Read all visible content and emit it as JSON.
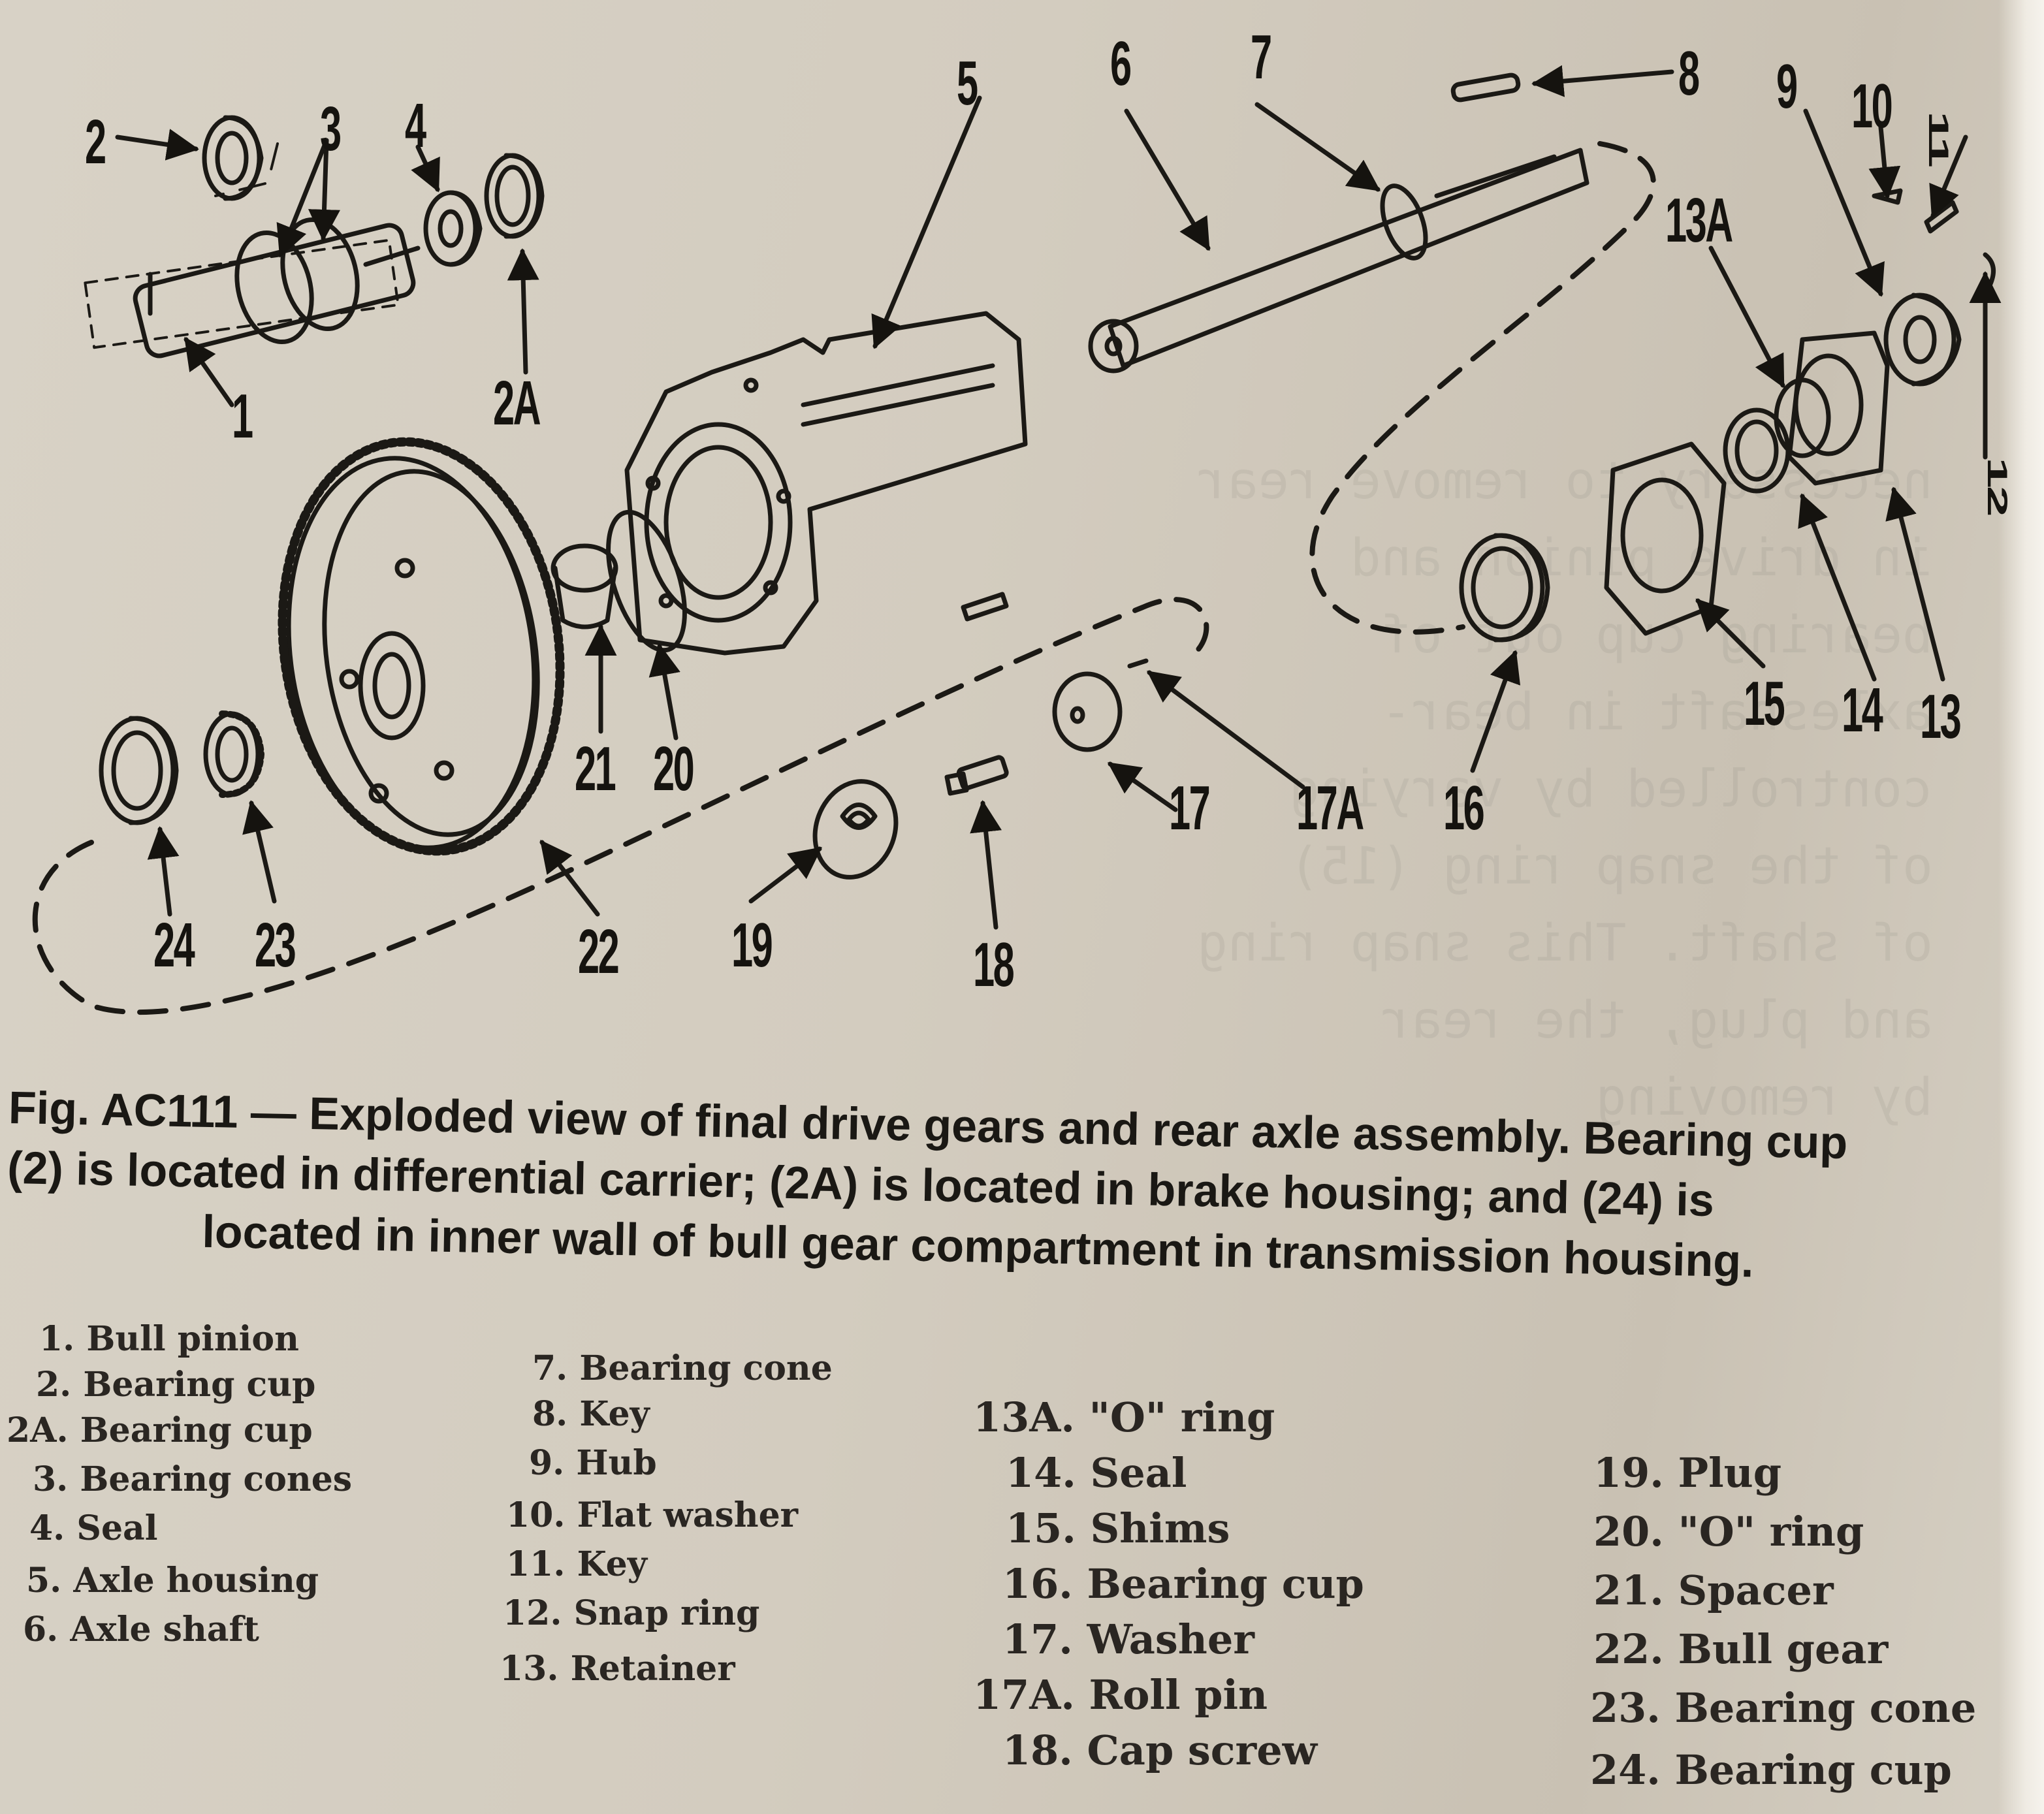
{
  "figure": {
    "callouts": [
      "1",
      "2",
      "2A",
      "3",
      "4",
      "5",
      "6",
      "7",
      "8",
      "9",
      "10",
      "11",
      "12",
      "13A",
      "13",
      "14",
      "15",
      "16",
      "17",
      "17A",
      "18",
      "19",
      "20",
      "21",
      "22",
      "23",
      "24"
    ],
    "caption": {
      "line1": "Fig. AC111 — Exploded view of final drive gears and rear axle assembly. Bearing cup",
      "line2": "(2) is located in differential carrier; (2A) is located in brake housing; and (24) is",
      "line3": "located in inner wall of bull gear compartment in transmission housing."
    }
  },
  "legend": {
    "col1": [
      "1. Bull pinion",
      "2. Bearing cup",
      "2A. Bearing cup",
      "3. Bearing cones",
      "4. Seal",
      "5. Axle housing",
      "6. Axle shaft"
    ],
    "col2": [
      "7. Bearing cone",
      "8. Key",
      "9. Hub",
      "10. Flat washer",
      "11. Key",
      "12. Snap ring",
      "13. Retainer"
    ],
    "col3": [
      "13A. \"O\" ring",
      "14. Seal",
      "15. Shims",
      "16. Bearing cup",
      "17. Washer",
      "17A. Roll pin",
      "18. Cap screw"
    ],
    "col4": [
      "19. Plug",
      "20. \"O\" ring",
      "21. Spacer",
      "22. Bull gear",
      "23. Bearing cone",
      "24. Bearing cup"
    ]
  }
}
